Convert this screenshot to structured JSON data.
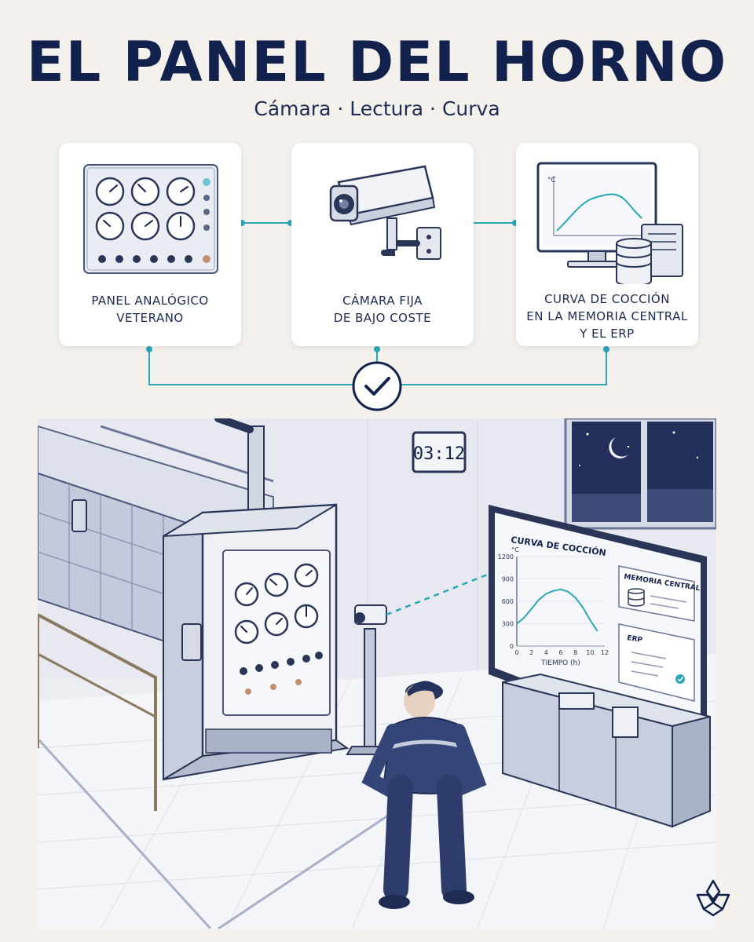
{
  "title": "EL PANEL DEL HORNO",
  "subtitle": "Cámara · Lectura · Curva",
  "cards": [
    {
      "line1": "PANEL ANALÓGICO",
      "line2": "VETERANO",
      "line3": ""
    },
    {
      "line1": "CÁMARA FIJA",
      "line2": "DE BAJO COSTE",
      "line3": ""
    },
    {
      "line1": "CURVA DE COCCIÓN",
      "line2": "EN LA MEMORIA CENTRAL",
      "line3": "Y EL ERP"
    }
  ],
  "monitor_icon": {
    "unit": "°C"
  },
  "scene": {
    "clock": "03:12",
    "screen": {
      "chart_title": "CURVA DE COCCIÓN",
      "memory_title": "MEMORIA CENTRAL",
      "erp_title": "ERP"
    }
  },
  "chart_data": {
    "type": "line",
    "title": "CURVA DE COCCIÓN",
    "xlabel": "TIEMPO (h)",
    "ylabel": "°C",
    "xlim": [
      0,
      12
    ],
    "ylim": [
      0,
      1200
    ],
    "x_ticks": [
      0,
      2,
      4,
      6,
      8,
      10,
      12
    ],
    "y_ticks": [
      0,
      300,
      600,
      900,
      1200
    ],
    "series": [
      {
        "x": [
          0,
          1,
          2,
          3,
          4,
          5,
          6,
          7,
          8,
          9,
          10,
          11
        ],
        "y": [
          300,
          380,
          500,
          620,
          700,
          740,
          760,
          730,
          650,
          520,
          350,
          200
        ]
      }
    ]
  },
  "colors": {
    "navy": "#13224c",
    "teal": "#2aa7b8",
    "paper": "#f4f1ec"
  }
}
